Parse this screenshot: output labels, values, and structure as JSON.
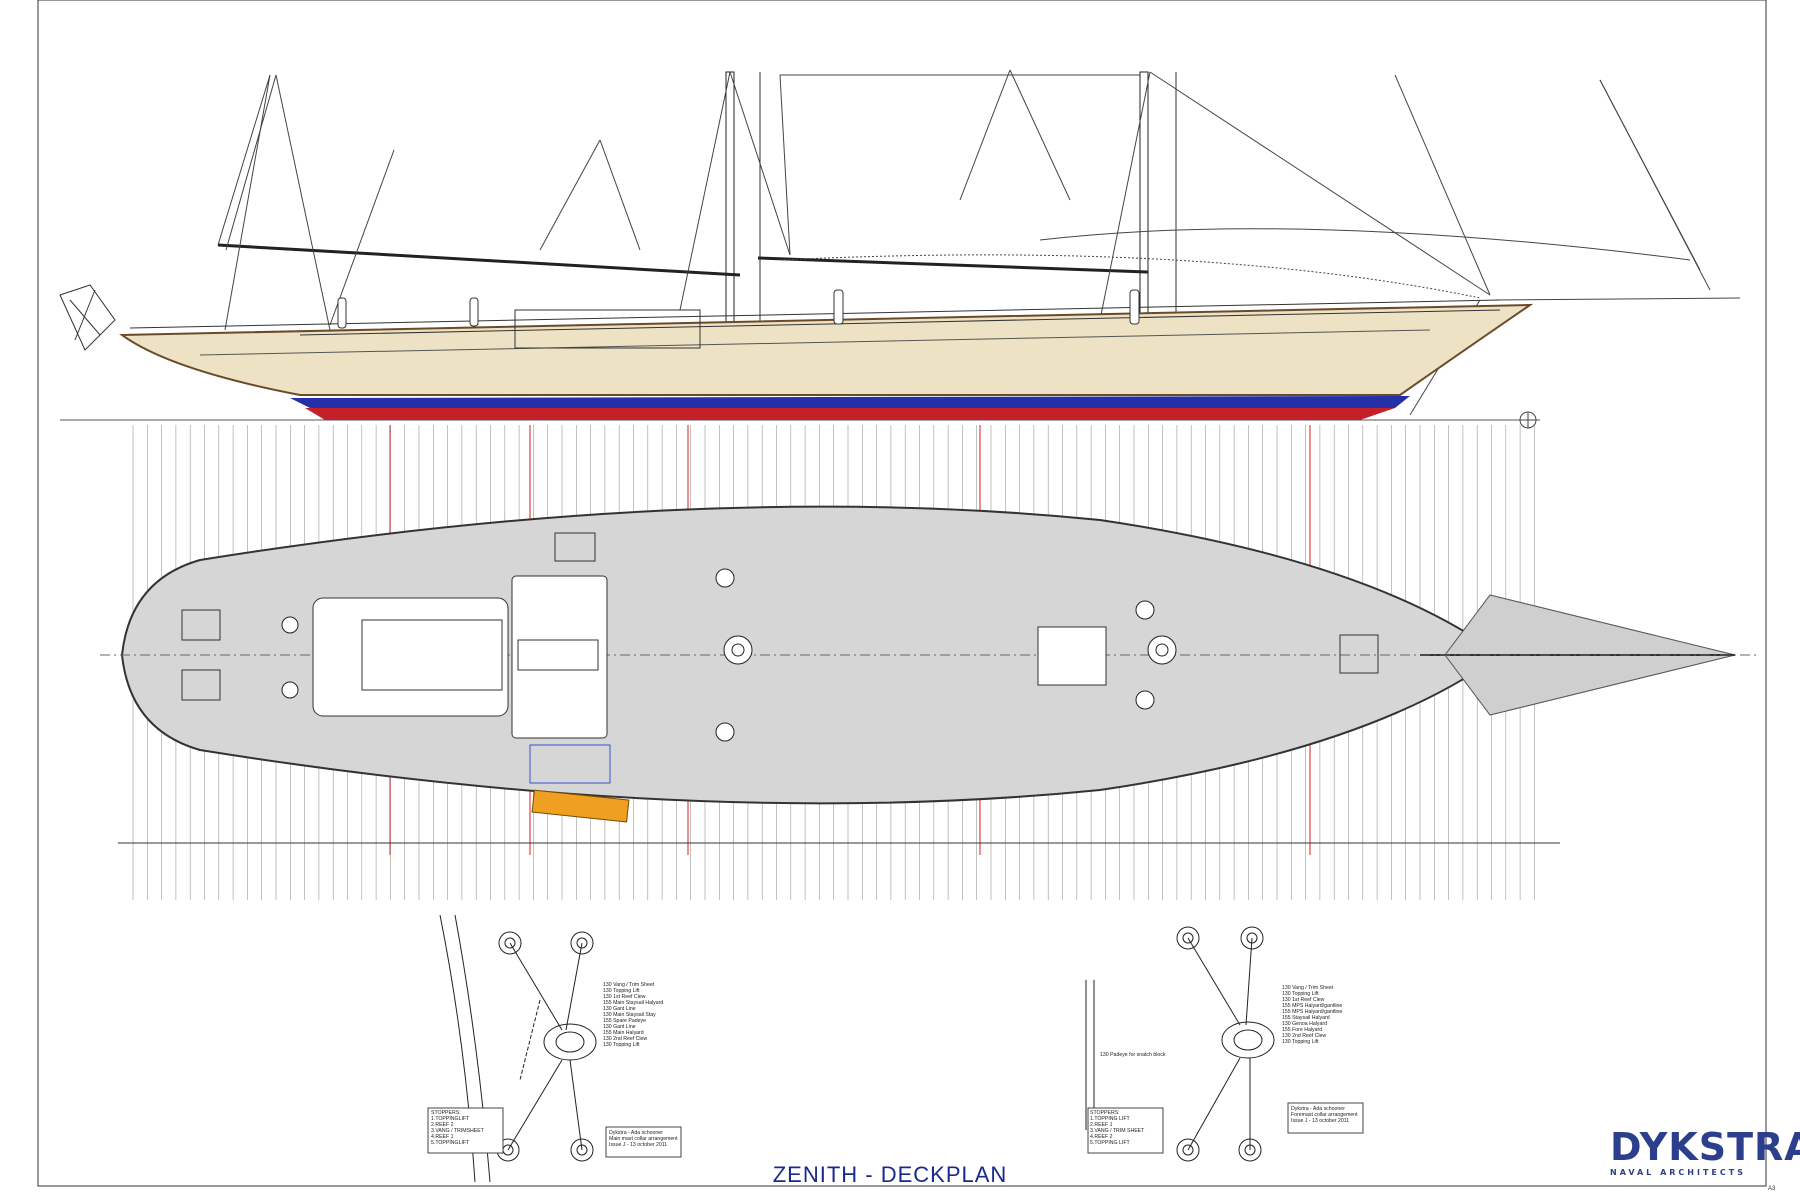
{
  "title": "ZENITH - DECKPLAN",
  "brand": {
    "name": "DYKSTRA",
    "subtitle": "NAVAL ARCHITECTS",
    "color": "#2b3f8c"
  },
  "sheet_size": "A3",
  "colors": {
    "hull_topside": "#ede2c4",
    "boottop_blue": "#2330a8",
    "antifouling_red": "#c4202a",
    "deck_grey": "#d6d6d6",
    "station_red": "#cc2222",
    "gangway_orange": "#f0a020",
    "frame_line": "#444444"
  },
  "main_mast_detail": {
    "labels": [
      "130 Vang / Trim Sheet",
      "130 Topping Lift",
      "130 1st Reef Clew",
      "155 Main Staysail Halyard",
      "130 Gant Line",
      "130 Main Staysail Stay",
      "155 Spare Padeye",
      "130 Gant Line",
      "155 Main Halyard",
      "130 2nd Reef Clew",
      "130 Topping Lift"
    ],
    "stoppers": "STOPPERS:\n1.TOPPINGLIFT\n2.REEF 2\n3.VANG / TRIMSHEET\n4.REEF 1\n5.TOPPINGLIFT",
    "caption": "Dykstra - Ada schooner\nMain mast collar arrangement\nIssue J - 13 october 2011"
  },
  "fore_mast_detail": {
    "labels": [
      "130 Vang / Trim Sheet",
      "130 Topping Lift",
      "130 1st Reef Clew",
      "155 MPS Halyard/gantline",
      "155 MPS Halyard/gantline",
      "155 Staysail Halyard",
      "130 Genoa Halyard",
      "155 Fore Halyard",
      "130 2nd Reef Clew",
      "130 Topping Lift"
    ],
    "padeye_note": "130 Padeye for snatch block",
    "stoppers": "STOPPERS:\n1.TOPPING LIFT\n2.REEF 1\n3.VANG / TRIM SHEET\n4.REEF 2\n5.TOPPING LIFT",
    "caption": "Dykstra - Ada schooner\nForemast collar arrangement\nIssue J - 13 october 2011"
  }
}
